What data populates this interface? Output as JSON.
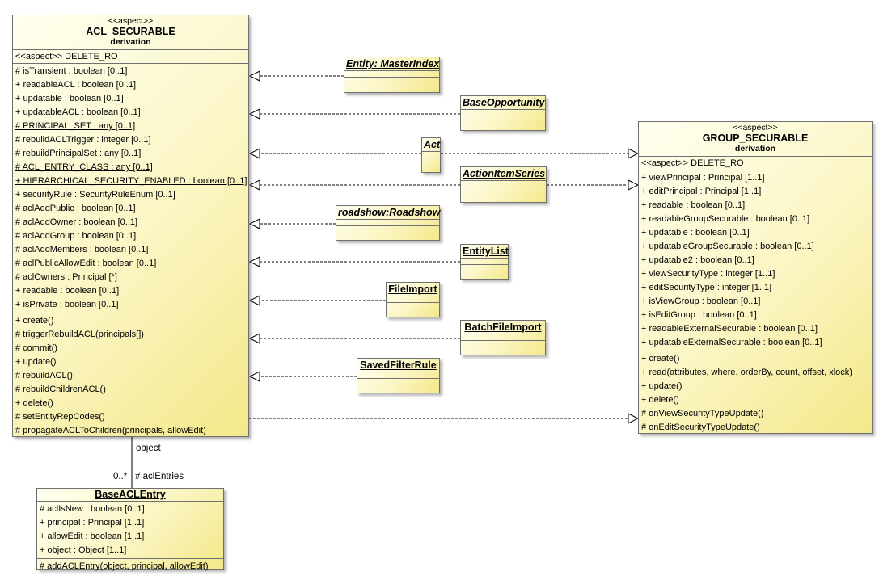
{
  "acl_securable": {
    "stereotype": "<<aspect>>",
    "name": "ACL_SECURABLE",
    "subtitle": "derivation",
    "restriction": "<<aspect>> DELETE_RO",
    "attributes": [
      {
        "text": "# isTransient : boolean [0..1]",
        "u": false
      },
      {
        "text": "+ readableACL : boolean [0..1]",
        "u": false
      },
      {
        "text": "+ updatable : boolean [0..1]",
        "u": false
      },
      {
        "text": "+ updatableACL : boolean [0..1]",
        "u": false
      },
      {
        "text": "# PRINCIPAL_SET : any [0..1]",
        "u": true
      },
      {
        "text": "# rebuildACLTrigger : integer [0..1]",
        "u": false
      },
      {
        "text": "# rebuildPrincipalSet : any [0..1]",
        "u": false
      },
      {
        "text": "# ACL_ENTRY_CLASS : any [0..1]",
        "u": true
      },
      {
        "text": "+ HIERARCHICAL_SECURITY_ENABLED : boolean [0..1]",
        "u": true
      },
      {
        "text": "+ securityRule : SecurityRuleEnum [0..1]",
        "u": false
      },
      {
        "text": "# aclAddPublic : boolean [0..1]",
        "u": false
      },
      {
        "text": "# aclAddOwner : boolean [0..1]",
        "u": false
      },
      {
        "text": "# aclAddGroup : boolean [0..1]",
        "u": false
      },
      {
        "text": "# aclAddMembers : boolean [0..1]",
        "u": false
      },
      {
        "text": "# aclPublicAllowEdit : boolean [0..1]",
        "u": false
      },
      {
        "text": "# aclOwners : Principal [*]",
        "u": false
      },
      {
        "text": "+ readable : boolean [0..1]",
        "u": false
      },
      {
        "text": "+ isPrivate : boolean [0..1]",
        "u": false
      }
    ],
    "operations": [
      {
        "text": "+ create()",
        "u": false
      },
      {
        "text": "# triggerRebuildACL(principals[])",
        "u": false
      },
      {
        "text": "# commit()",
        "u": false
      },
      {
        "text": "+ update()",
        "u": false
      },
      {
        "text": "# rebuildACL()",
        "u": false
      },
      {
        "text": "# rebuildChildrenACL()",
        "u": false
      },
      {
        "text": "+ delete()",
        "u": false
      },
      {
        "text": "# setEntityRepCodes()",
        "u": false
      },
      {
        "text": "# propagateACLToChildren(principals, allowEdit)",
        "u": false
      }
    ]
  },
  "group_securable": {
    "stereotype": "<<aspect>>",
    "name": "GROUP_SECURABLE",
    "subtitle": "derivation",
    "restriction": "<<aspect>> DELETE_RO",
    "attributes": [
      {
        "text": "+ viewPrincipal : Principal [1..1]",
        "u": false
      },
      {
        "text": "+ editPrincipal : Principal [1..1]",
        "u": false
      },
      {
        "text": "+ readable : boolean [0..1]",
        "u": false
      },
      {
        "text": "+ readableGroupSecurable : boolean [0..1]",
        "u": false
      },
      {
        "text": "+ updatable : boolean [0..1]",
        "u": false
      },
      {
        "text": "+ updatableGroupSecurable : boolean [0..1]",
        "u": false
      },
      {
        "text": "+ updatable2 : boolean [0..1]",
        "u": false
      },
      {
        "text": "+ viewSecurityType : integer [1..1]",
        "u": false
      },
      {
        "text": "+ editSecurityType : integer [1..1]",
        "u": false
      },
      {
        "text": "+ isViewGroup : boolean [0..1]",
        "u": false
      },
      {
        "text": "+ isEditGroup : boolean [0..1]",
        "u": false
      },
      {
        "text": "+ readableExternalSecurable : boolean [0..1]",
        "u": false
      },
      {
        "text": "+ updatableExternalSecurable : boolean [0..1]",
        "u": false
      }
    ],
    "operations": [
      {
        "text": "+ create()",
        "u": false
      },
      {
        "text": "+ read(attributes, where, orderBy, count, offset, xlock)",
        "u": true
      },
      {
        "text": "+ update()",
        "u": false
      },
      {
        "text": "+ delete()",
        "u": false
      },
      {
        "text": "# onViewSecurityTypeUpdate()",
        "u": false
      },
      {
        "text": "# onEditSecurityTypeUpdate()",
        "u": false
      }
    ]
  },
  "base_acl_entry": {
    "name": "BaseACLEntry",
    "attributes": [
      {
        "text": "# aclIsNew : boolean [0..1]",
        "u": false
      },
      {
        "text": "+ principal : Principal [1..1]",
        "u": false
      },
      {
        "text": "+ allowEdit : boolean [1..1]",
        "u": false
      },
      {
        "text": "+ object : Object [1..1]",
        "u": false
      }
    ],
    "operations": [
      {
        "text": "# addACLEntry(object, principal, allowEdit)",
        "u": true
      }
    ]
  },
  "small_classes": [
    {
      "name": "Entity: MasterIndex",
      "italic": true
    },
    {
      "name": "BaseOpportunity",
      "italic": true
    },
    {
      "name": "Act",
      "italic": true
    },
    {
      "name": "ActionItemSeries",
      "italic": true
    },
    {
      "name": "roadshow:Roadshow",
      "italic": true
    },
    {
      "name": "EntityList",
      "italic": false
    },
    {
      "name": "FileImport",
      "italic": false
    },
    {
      "name": "BatchFileImport",
      "italic": false
    },
    {
      "name": "SavedFilterRule",
      "italic": false
    }
  ],
  "association": {
    "role_object": "object",
    "multiplicity": "0..*",
    "role_entries": "# aclEntries"
  },
  "colors": {
    "class_fill_light": "#fffff0",
    "class_fill_dark": "#f3e889",
    "border": "#707070",
    "edge": "#000000"
  }
}
